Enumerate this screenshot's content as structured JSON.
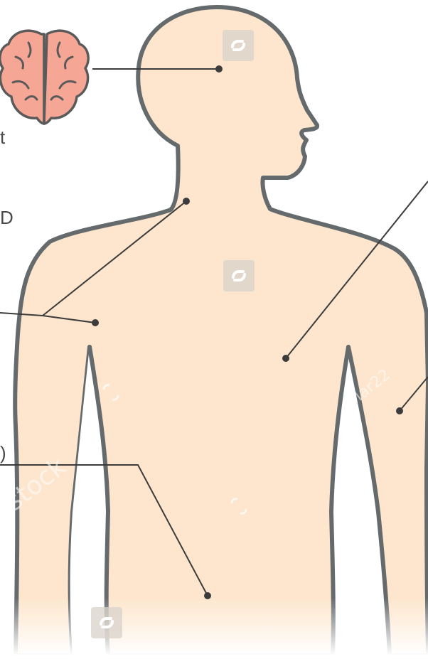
{
  "colors": {
    "skin": "#fde6cd",
    "outline": "#656a6d",
    "leader": "#3c3c3c",
    "brain_fill": "#f6a694",
    "brain_stroke": "#5a5a5a",
    "watermark_badge": "#d8d2ca"
  },
  "icons": [
    "brain-icon"
  ],
  "label_fragments": {
    "brain_label_tail": "t",
    "left_label_tail": "D",
    "lower_label_tail": ")"
  },
  "watermark": {
    "site_text": "stock",
    "author_text": "solar22"
  }
}
